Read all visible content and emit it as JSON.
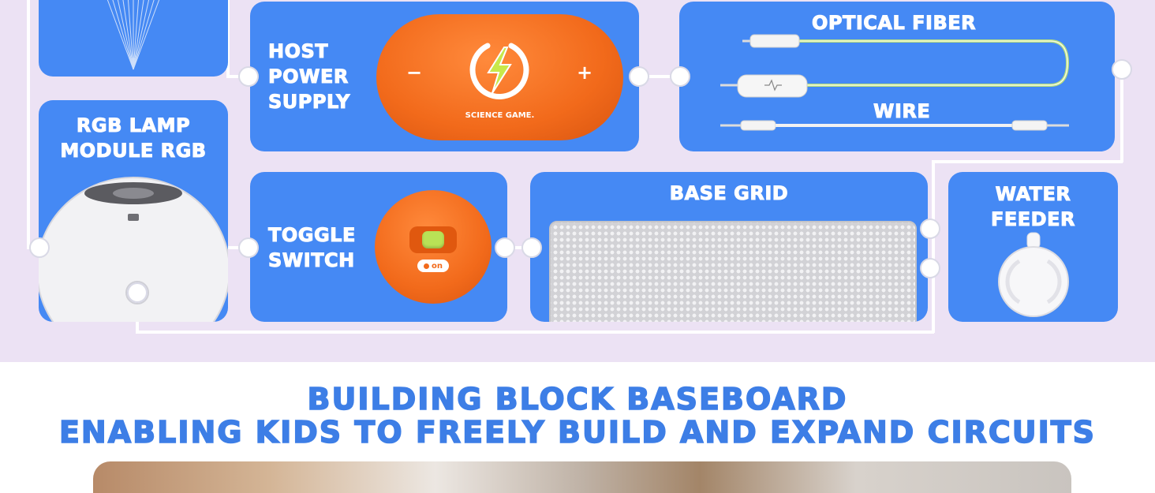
{
  "modules": {
    "rgb_lamp": "RGB LAMP\nMODULE  RGB",
    "host_power": "HOST\nPOWER\nSUPPLY",
    "optical_fiber": "OPTICAL FIBER",
    "wire": "WIRE",
    "toggle_switch": "TOGGLE\nSWITCH",
    "base_grid": "BASE GRID",
    "water_feeder": "WATER\nFEEDER"
  },
  "power_supply": {
    "minus": "−",
    "plus": "+",
    "brand": "SCIENCE GAME."
  },
  "toggle": {
    "on_label": "on"
  },
  "headline": {
    "line1": "BUILDING BLOCK BASEBOARD",
    "line2": "ENABLING KIDS TO FREELY BUILD AND EXPAND CIRCUITS"
  },
  "colors": {
    "card_blue": "#4589f4",
    "background_lavender": "#ece2f4",
    "component_orange": "#f26a1b",
    "headline_blue": "#3d7ee6",
    "fiber_green": "#b7df7a"
  }
}
